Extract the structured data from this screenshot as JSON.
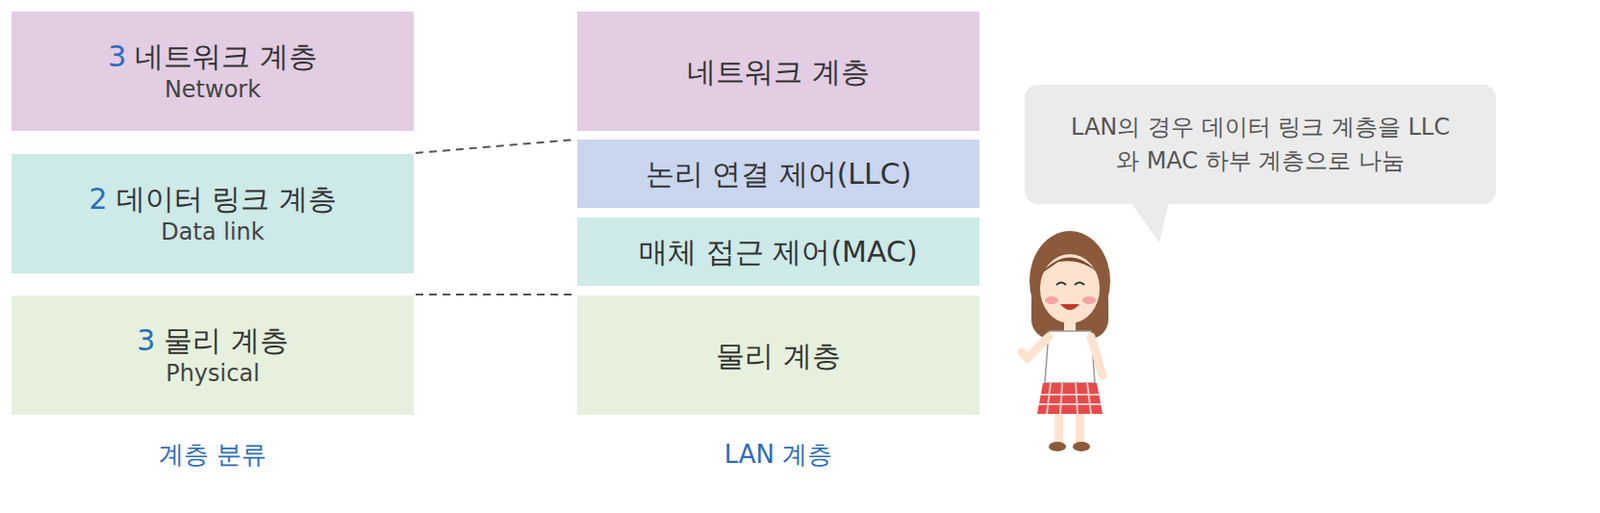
{
  "diagram": {
    "nodes": [
      {
        "text": [
          "3",
          "네트워크 계층",
          "Network"
        ]
      },
      {
        "text": [
          "2",
          "데이터 링크 계층",
          "Data link"
        ]
      },
      {
        "text": [
          "3",
          "물리 계층",
          "Physical"
        ]
      },
      {
        "text": [
          "네트워크 계층"
        ]
      },
      {
        "text": [
          "논리 연결 제어(LLC)"
        ]
      },
      {
        "text": [
          "매체 접근 제어(MAC)"
        ]
      },
      {
        "text": [
          "물리 계층"
        ]
      },
      {
        "text": [
          "LAN의 경우 데이터 링크 계층을 LLC와 MAC 하부 계층으로 나눔"
        ]
      }
    ],
    "labels": [
      "계층 분류",
      "LAN 계층"
    ]
  }
}
